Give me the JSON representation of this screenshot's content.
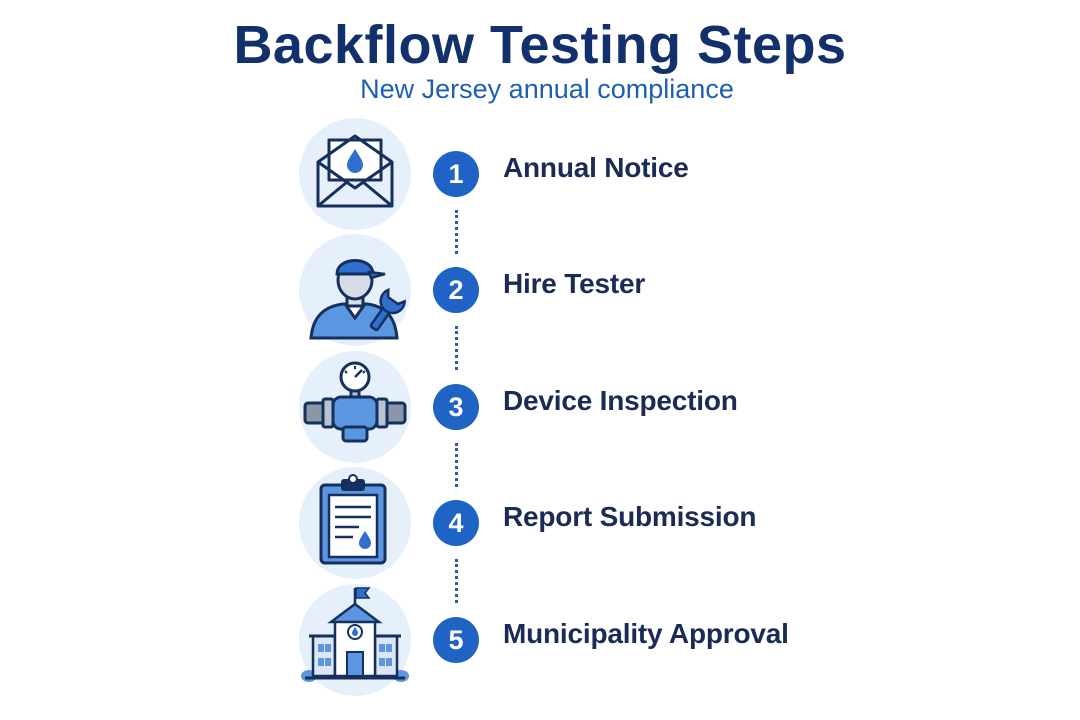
{
  "header": {
    "title": "Backflow Testing Steps",
    "subtitle": "New Jersey annual compliance"
  },
  "colors": {
    "title": "#12306b",
    "subtitle": "#1f5fb2",
    "badge": "#1f63c4",
    "icon_bg": "#e6f0fb",
    "label": "#1a2b55"
  },
  "steps": [
    {
      "number": "1",
      "label": "Annual Notice",
      "icon": "envelope-water-drop-icon"
    },
    {
      "number": "2",
      "label": "Hire Tester",
      "icon": "technician-wrench-icon"
    },
    {
      "number": "3",
      "label": "Device Inspection",
      "icon": "valve-pressure-gauge-icon"
    },
    {
      "number": "4",
      "label": "Report Submission",
      "icon": "clipboard-report-icon"
    },
    {
      "number": "5",
      "label": "Municipality Approval",
      "icon": "municipal-building-icon"
    }
  ]
}
